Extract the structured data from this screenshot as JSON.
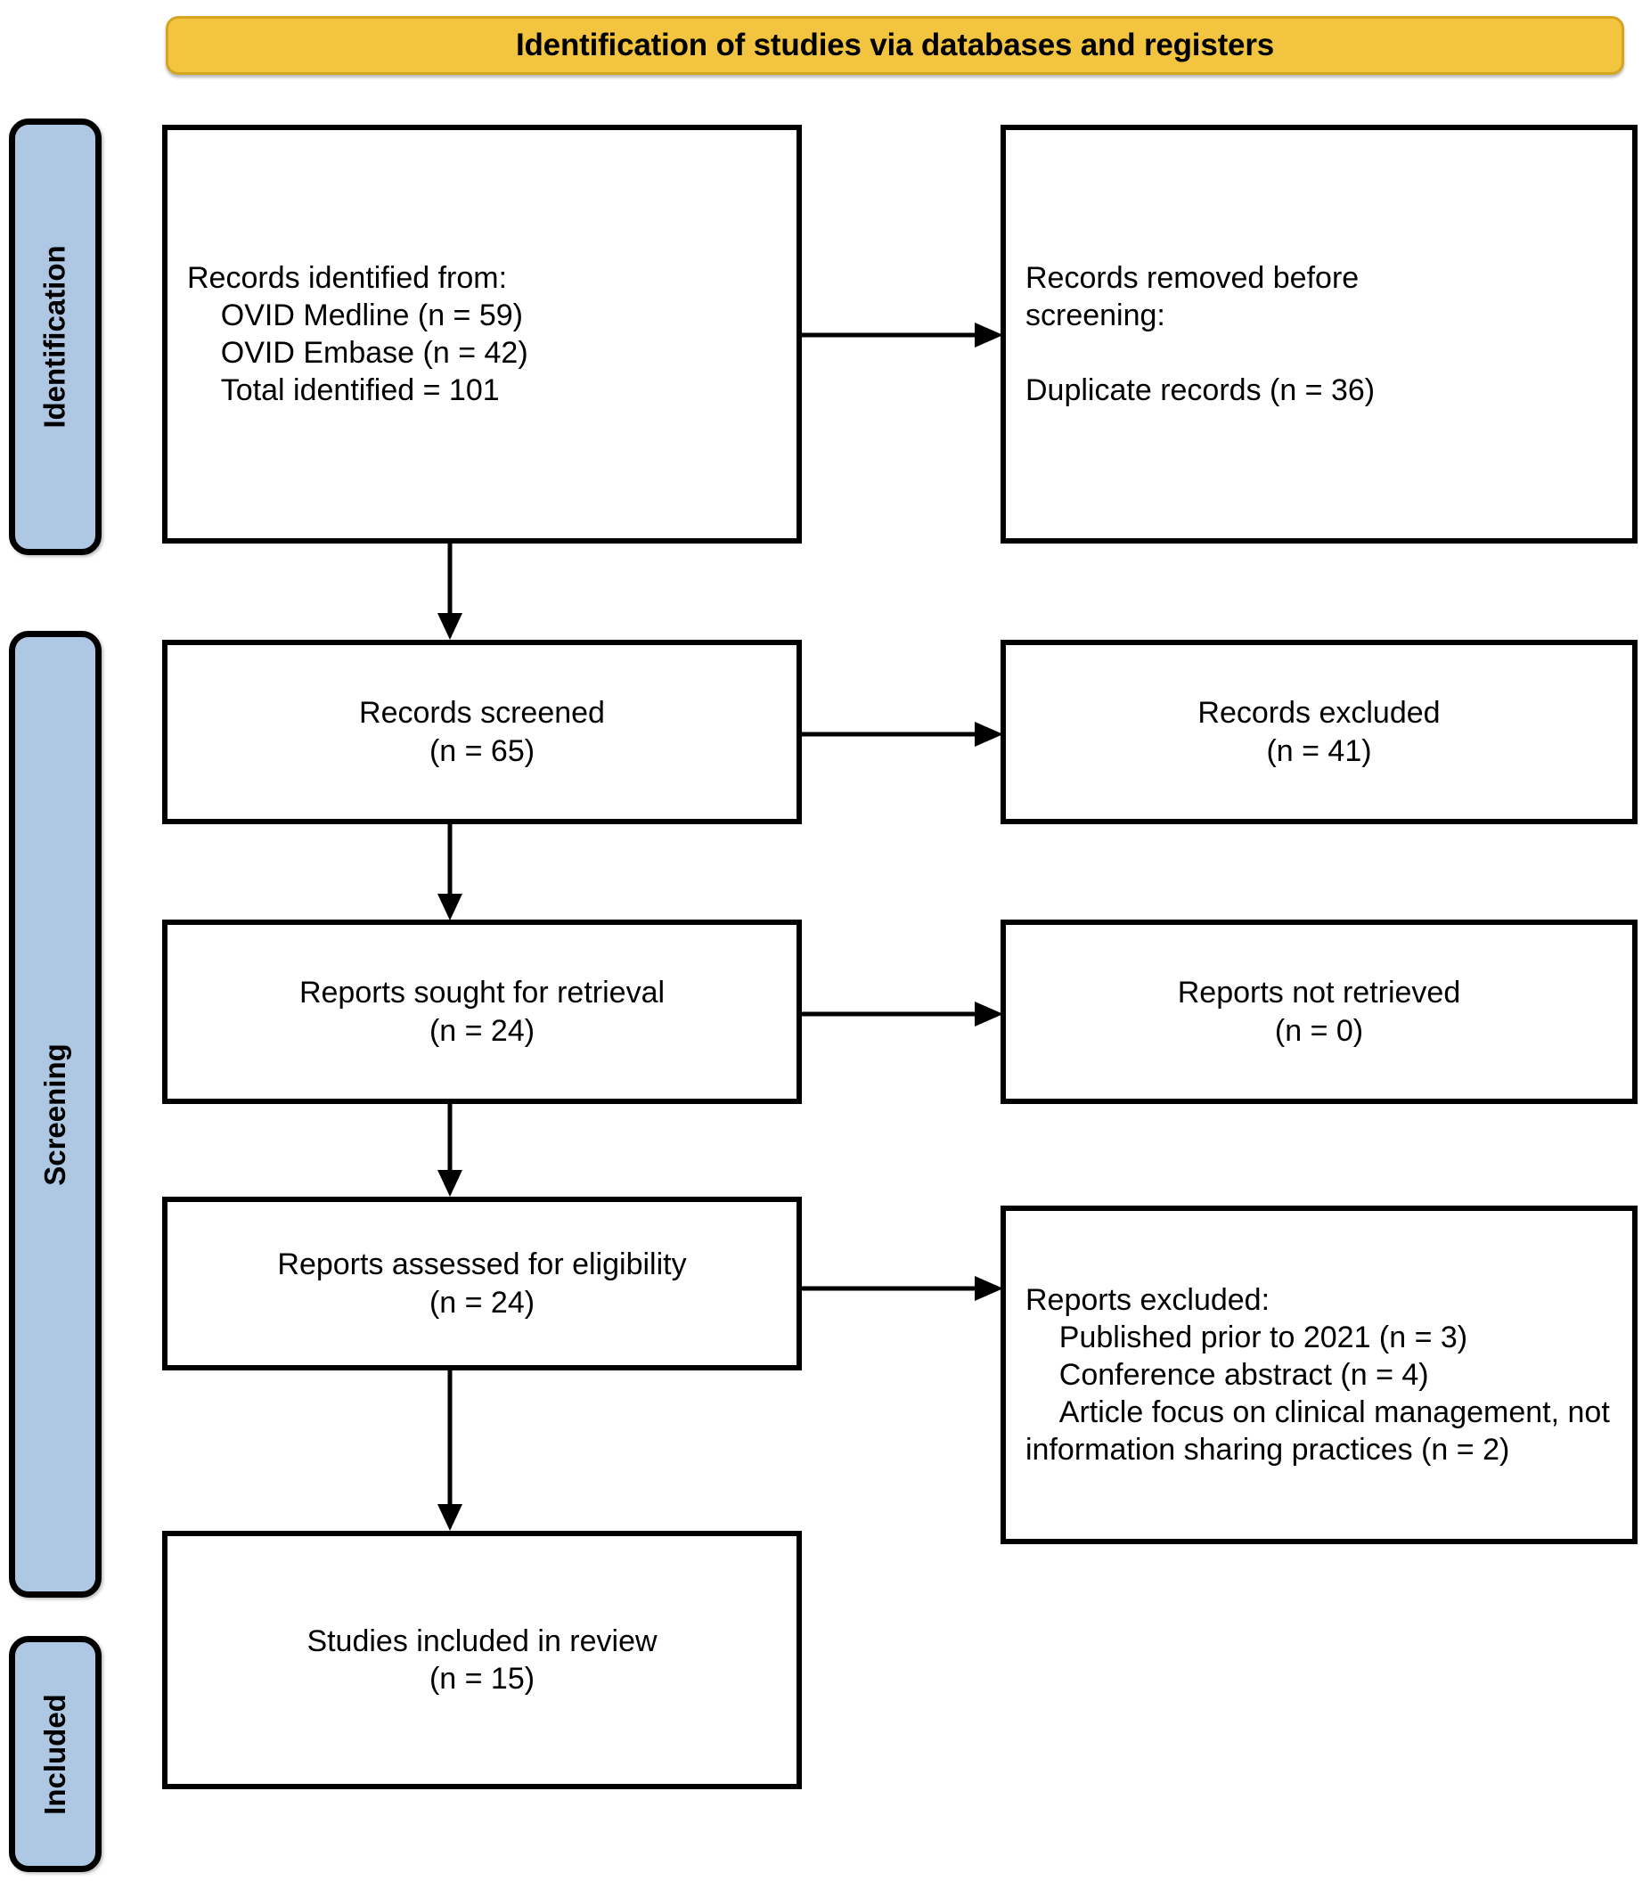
{
  "banner": {
    "title": "Identification of studies via databases and registers",
    "fill_color": "#F2C43F",
    "border_color": "#D4A520"
  },
  "stages": {
    "fill_color": "#AEC7E3",
    "identification": "Identification",
    "screening": "Screening",
    "included": "Included"
  },
  "boxes": {
    "identified": "Records identified from:\n    OVID Medline (n = 59)\n    OVID Embase (n = 42)\n    Total identified = 101",
    "removed": "Records removed before\nscreening:\n\nDuplicate records (n = 36)",
    "screened": "Records screened\n(n = 65)",
    "excluded": "Records excluded\n(n = 41)",
    "sought": "Reports sought for retrieval\n(n = 24)",
    "not_retrieved": "Reports not retrieved\n(n = 0)",
    "assessed": "Reports assessed for eligibility\n(n = 24)",
    "reports_excluded": "Reports excluded:\n    Published prior to 2021 (n = 3)\n    Conference abstract (n = 4)\n    Article focus on clinical management, not information sharing practices (n = 2)",
    "included": "Studies included in review\n(n = 15)"
  },
  "chart_data": {
    "type": "diagram",
    "title": "Identification of studies via databases and registers",
    "stages": [
      "Identification",
      "Screening",
      "Included"
    ],
    "nodes": [
      {
        "id": "identified",
        "stage": "Identification",
        "label": "Records identified from",
        "n": 101,
        "sources": [
          {
            "name": "OVID Medline",
            "n": 59
          },
          {
            "name": "OVID Embase",
            "n": 42
          }
        ]
      },
      {
        "id": "removed",
        "stage": "Identification",
        "label": "Records removed before screening",
        "reasons": [
          {
            "name": "Duplicate records",
            "n": 36
          }
        ]
      },
      {
        "id": "screened",
        "stage": "Screening",
        "label": "Records screened",
        "n": 65
      },
      {
        "id": "excluded",
        "stage": "Screening",
        "label": "Records excluded",
        "n": 41
      },
      {
        "id": "sought",
        "stage": "Screening",
        "label": "Reports sought for retrieval",
        "n": 24
      },
      {
        "id": "not_retrieved",
        "stage": "Screening",
        "label": "Reports not retrieved",
        "n": 0
      },
      {
        "id": "assessed",
        "stage": "Screening",
        "label": "Reports assessed for eligibility",
        "n": 24
      },
      {
        "id": "reports_excluded",
        "stage": "Screening",
        "label": "Reports excluded",
        "reasons": [
          {
            "name": "Published prior to 2021",
            "n": 3
          },
          {
            "name": "Conference abstract",
            "n": 4
          },
          {
            "name": "Article focus on clinical management, not information sharing practices",
            "n": 2
          }
        ]
      },
      {
        "id": "included",
        "stage": "Included",
        "label": "Studies included in review",
        "n": 15
      }
    ],
    "edges": [
      {
        "from": "identified",
        "to": "removed",
        "direction": "right"
      },
      {
        "from": "identified",
        "to": "screened",
        "direction": "down"
      },
      {
        "from": "screened",
        "to": "excluded",
        "direction": "right"
      },
      {
        "from": "screened",
        "to": "sought",
        "direction": "down"
      },
      {
        "from": "sought",
        "to": "not_retrieved",
        "direction": "right"
      },
      {
        "from": "sought",
        "to": "assessed",
        "direction": "down"
      },
      {
        "from": "assessed",
        "to": "reports_excluded",
        "direction": "right"
      },
      {
        "from": "assessed",
        "to": "included",
        "direction": "down"
      }
    ]
  }
}
